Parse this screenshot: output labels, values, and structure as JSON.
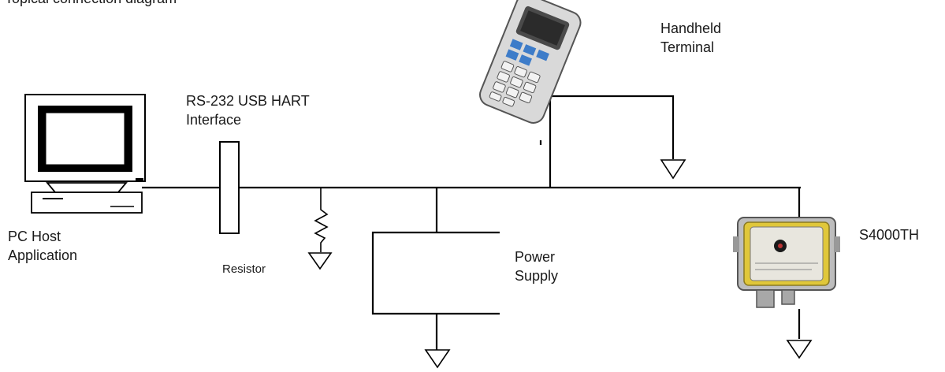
{
  "top_caption": "Topical connection diagram",
  "labels": {
    "pc_host": [
      "PC Host",
      "Application"
    ],
    "interface": [
      "RS-232 USB HART",
      "Interface"
    ],
    "resistor": "Resistor",
    "power_supply": [
      "Power",
      "Supply"
    ],
    "handheld": [
      "Handheld",
      "Terminal"
    ],
    "device": "S4000TH"
  },
  "icons": {
    "pc": "desktop-computer-icon",
    "terminal": "handheld-terminal-icon",
    "device": "gas-detector-icon",
    "ground": "ground-symbol-icon",
    "resistor": "resistor-symbol-icon"
  },
  "colors": {
    "wire": "#000000",
    "detector_ring": "#e0c73a",
    "keypad_blue": "#3d7cc9"
  }
}
